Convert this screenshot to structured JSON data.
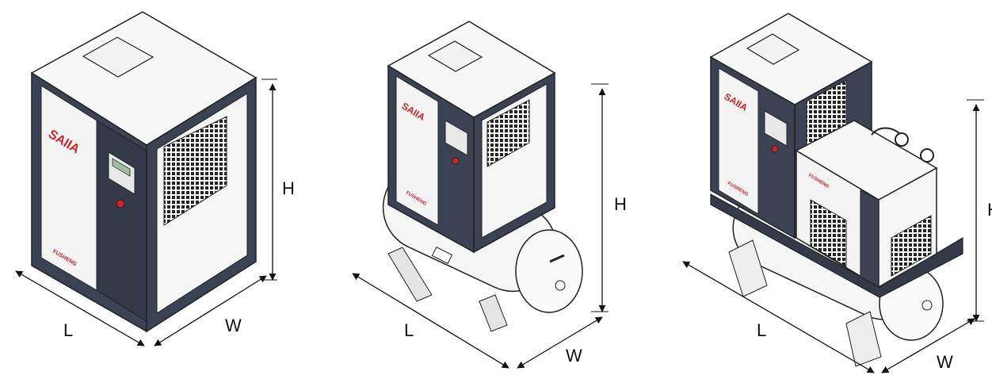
{
  "labels": {
    "m1": {
      "h": "H",
      "l": "L",
      "w": "W"
    },
    "m2": {
      "h": "H",
      "l": "L",
      "w": "W"
    },
    "m3": {
      "h": "H",
      "l": "L",
      "w": "W"
    }
  },
  "logo_text": "SAIIA",
  "brand_text": "FUSHENG",
  "colors": {
    "panel_dark": "#3b4252",
    "panel_light": "#f4f4f4",
    "edge": "#222222",
    "accent_red": "#d2232a"
  }
}
